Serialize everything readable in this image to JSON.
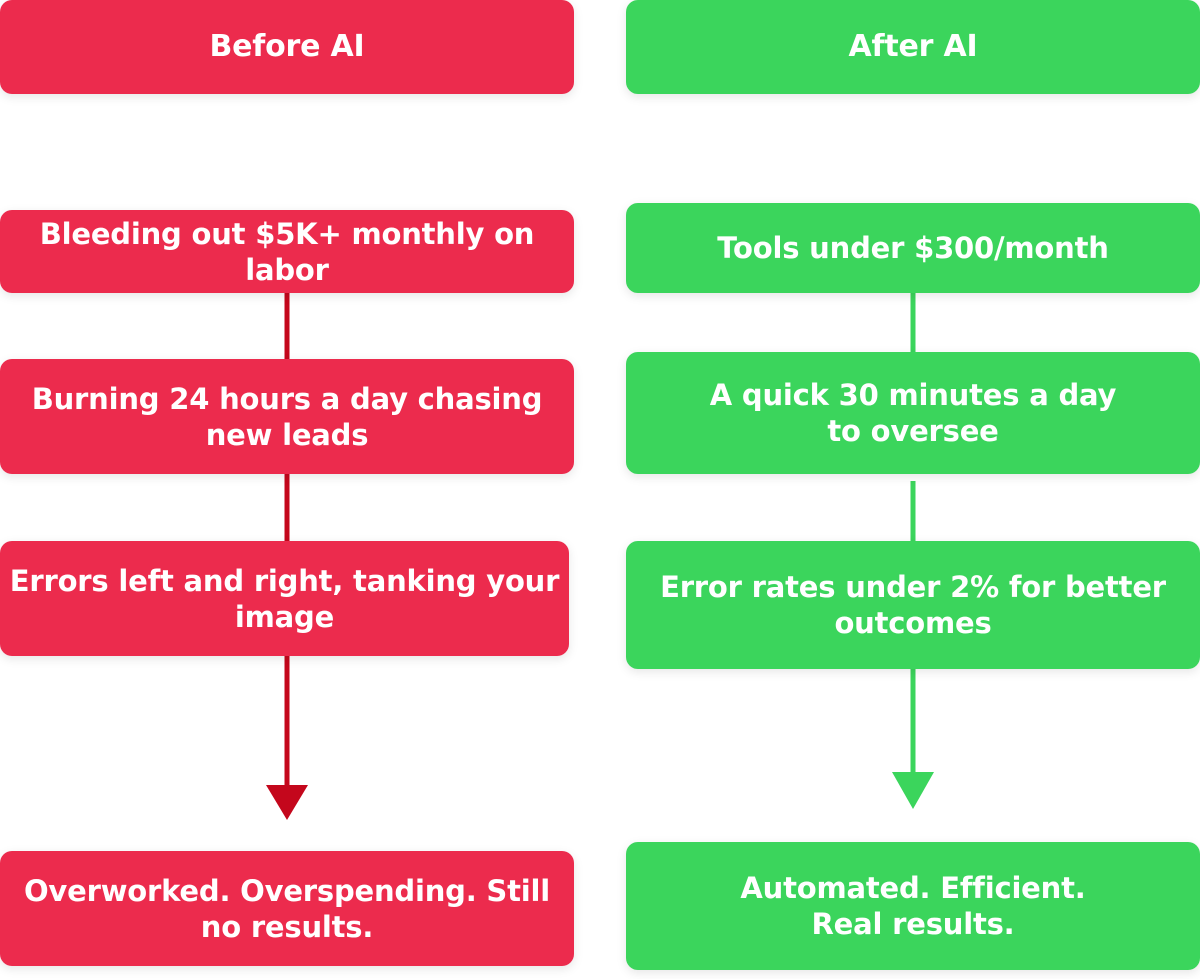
{
  "colors": {
    "before_box": "#ec2b4d",
    "after_box": "#3bd55c",
    "before_line": "#c4071c",
    "after_line": "#3bd55c",
    "text": "#ffffff"
  },
  "before": {
    "header": "Before AI",
    "steps": [
      "Bleeding out $5K+ monthly on labor",
      "Burning 24 hours a day chasing\nnew leads",
      "Errors left and right, tanking your\nimage"
    ],
    "result": "Overworked. Overspending. Still\nno results."
  },
  "after": {
    "header": "After AI",
    "steps": [
      "Tools under $300/month",
      "A quick 30 minutes a day\nto oversee",
      "Error rates under 2% for better\noutcomes"
    ],
    "result": "Automated. Efficient.\nReal results."
  }
}
